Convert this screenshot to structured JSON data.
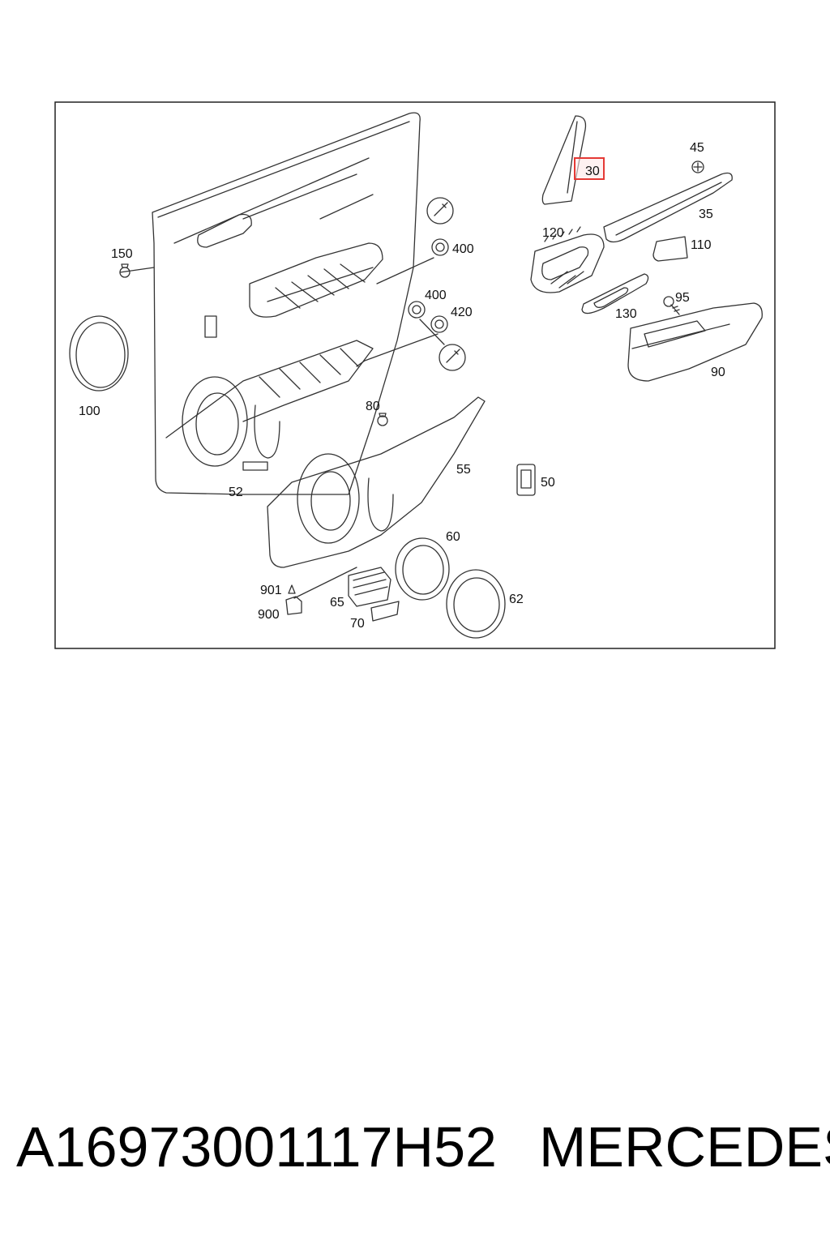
{
  "diagram": {
    "labels": {
      "l30": "30",
      "l45": "45",
      "l35": "35",
      "l120": "120",
      "l110": "110",
      "l150": "150",
      "l400a": "400",
      "l400b": "400",
      "l420": "420",
      "l95": "95",
      "l130": "130",
      "l90": "90",
      "l100": "100",
      "l80": "80",
      "l55": "55",
      "l52": "52",
      "l50": "50",
      "l60": "60",
      "l901": "901",
      "l900": "900",
      "l65": "65",
      "l70": "70",
      "l62": "62"
    },
    "highlighted_label": "30",
    "highlight_color": "#e53935",
    "line_color": "#333333"
  },
  "footer": {
    "part_number": "A16973001117H52",
    "brand": "MERCEDES"
  }
}
